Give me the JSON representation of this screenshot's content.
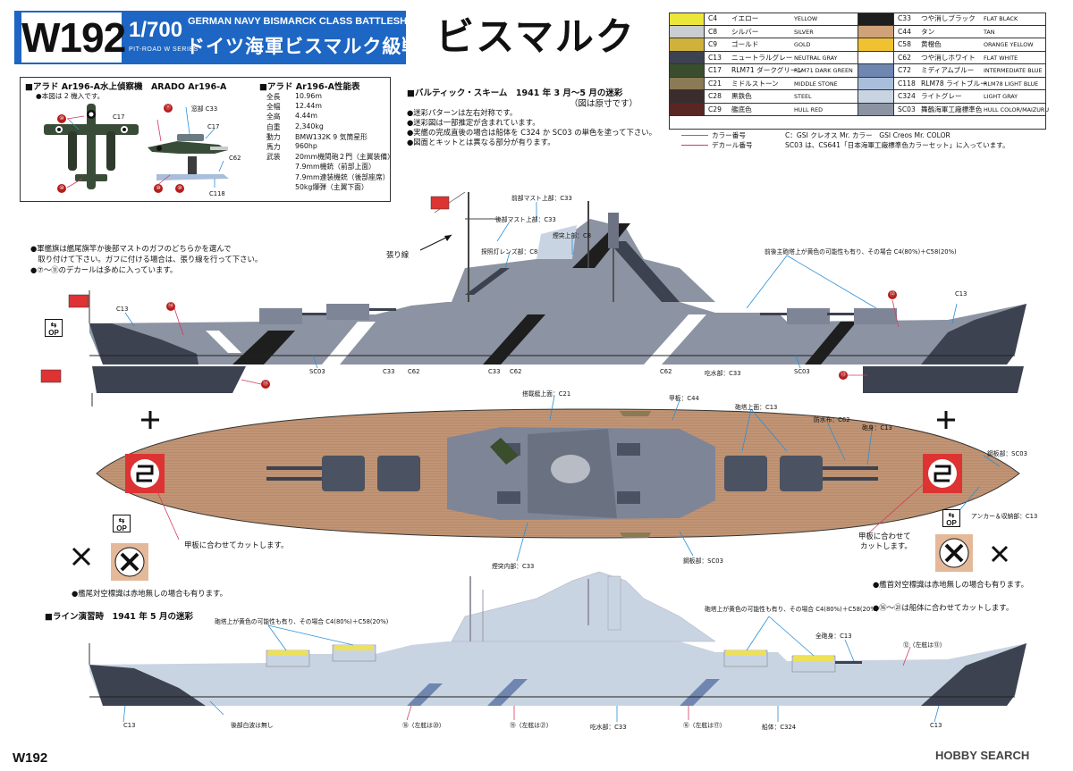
{
  "header": {
    "code": "W192",
    "scale": "1/700",
    "series": "PIT-ROAD W SERIES",
    "english_title": "GERMAN NAVY BISMARCK CLASS BATTLESHIP",
    "jp_title": "ドイツ海軍ビスマルク級戦艦",
    "jp_name": "ビスマルク"
  },
  "color_table": {
    "left": [
      {
        "code": "C4",
        "jp": "イエロー",
        "en": "YELLOW",
        "color": "#ede63a"
      },
      {
        "code": "C8",
        "jp": "シルバー",
        "en": "SILVER",
        "color": "#c9ccd0"
      },
      {
        "code": "C9",
        "jp": "ゴールド",
        "en": "GOLD",
        "color": "#cfb23c"
      },
      {
        "code": "C13",
        "jp": "ニュートラルグレー",
        "en": "NEUTRAL GRAY",
        "color": "#3c4250"
      },
      {
        "code": "C17",
        "jp": "RLM71 ダークグリーン",
        "en": "RLM71 DARK GREEN",
        "color": "#3a4d2d"
      },
      {
        "code": "C21",
        "jp": "ミドルストーン",
        "en": "MIDDLE STONE",
        "color": "#8a7a55"
      },
      {
        "code": "C28",
        "jp": "黒鉄色",
        "en": "STEEL",
        "color": "#3b2d2d"
      },
      {
        "code": "C29",
        "jp": "艦底色",
        "en": "HULL RED",
        "color": "#5a2624"
      }
    ],
    "right": [
      {
        "code": "C33",
        "jp": "つや消しブラック",
        "en": "FLAT BLACK",
        "color": "#1e1e1e"
      },
      {
        "code": "C44",
        "jp": "タン",
        "en": "TAN",
        "color": "#cfa27a"
      },
      {
        "code": "C58",
        "jp": "黄橙色",
        "en": "ORANGE YELLOW",
        "color": "#f0c232"
      },
      {
        "code": "C62",
        "jp": "つや消しホワイト",
        "en": "FLAT WHITE",
        "color": "#ffffff"
      },
      {
        "code": "C72",
        "jp": "ミディアムブルー",
        "en": "INTERMEDIATE BLUE",
        "color": "#6e86b0"
      },
      {
        "code": "C118",
        "jp": "RLM78 ライトブルー",
        "en": "RLM78 LIGHT BLUE",
        "color": "#a8bedb"
      },
      {
        "code": "C324",
        "jp": "ライトグレー",
        "en": "LIGHT GRAY",
        "color": "#c9d4e2"
      },
      {
        "code": "SC03",
        "jp": "舞鶴海軍工廠標準色",
        "en": "HULL COLOR/MAIZURU",
        "color": "#8c93a2"
      }
    ]
  },
  "legend": {
    "color_number": "カラー番号",
    "decal_number": "デカール番号",
    "gsi_note": "C：GSI クレオス Mr. カラー　GSI Creos Mr. COLOR",
    "sc03_note": "SC03 は、CS641「日本海軍工廠標準色カラーセット」に入っています。",
    "color_line": "#2b8fd6",
    "decal_line": "#d43b5e"
  },
  "arado": {
    "title": "■アラド Ar196-A水上偵察機　ARADO Ar196-A",
    "note": "●本図は 2 機入です。",
    "spec_title": "■アラド Ar196-A性能表",
    "specs": [
      {
        "k": "全長",
        "v": "10.96m"
      },
      {
        "k": "全幅",
        "v": "12.44m"
      },
      {
        "k": "全高",
        "v": "4.44m"
      },
      {
        "k": "自重",
        "v": "2,340kg"
      },
      {
        "k": "動力",
        "v": "BMW132K 9 気筒星形"
      },
      {
        "k": "馬力",
        "v": "960hp"
      },
      {
        "k": "武装",
        "v": "20mm機関砲２門（主翼装備）"
      }
    ],
    "spec_extra": [
      "7.9mm機銃（前部上面）",
      "7.9mm連装機銃（後部座席）",
      "50kg爆弾（主翼下面）"
    ],
    "labels": {
      "c17a": "C17",
      "c17b": "C17",
      "window": "窓部 C33",
      "c62": "C62",
      "c118": "C118"
    },
    "decals": {
      "d10a": "⑩",
      "d10b": "⑩",
      "d10c": "⑩",
      "d10d": "⑩",
      "d11": "⑪"
    }
  },
  "baltic": {
    "title": "■バルティック・スキーム　1941 年 3 月～5 月の迷彩",
    "subtitle": "（図は原寸です）",
    "notes": [
      "●迷彩パターンは左右対称です。",
      "●迷彩図は一部推定が含まれています。",
      "●実艦の完成直後の場合は船体を C324 か SC03 の単色を塗って下さい。",
      "●図面とキットとは異なる部分が有ります。"
    ]
  },
  "flag_note": [
    "●軍艦旗は艦尾旗竿か後部マストのガフのどちらかを選んで",
    "　取り付けて下さい。ガフに付ける場合は、張り線を行って下さい。",
    "●⑦～⑪のデカールは多めに入っています。"
  ],
  "side_labels": {
    "fore_mast": "前部マスト上部：C33",
    "rear_mast": "後部マスト上部：C33",
    "funnel": "煙突上部：C8",
    "searchlight": "探照灯レンズ部：C8",
    "rigging": "張り線",
    "turret_note": "前後主砲塔上が黄色の可能性も有り、その場合 C4(80%)＋C58(20%)",
    "c13_stern": "C13",
    "c13_bow": "C13",
    "sc03_a": "SC03",
    "sc03_b": "SC03",
    "c33_a": "C33",
    "c62_a": "C62",
    "c33_b": "C33",
    "c62_b": "C62",
    "c62_c": "C62",
    "waterline": "吃水部：C33",
    "d12": "⑫",
    "d13": "⑬",
    "d14": "⑭",
    "d15": "⑮"
  },
  "top_labels": {
    "aircraft_deck": "搭載艇上面：C21",
    "deck": "甲板：C44",
    "turret_top": "砲塔上面：C13",
    "splinter": "防水布：C62",
    "barrel": "砲身：C13",
    "bow_plate": "鋼板部：SC03",
    "anchor": "アンカー＆収納部：C13",
    "funnel_in": "煙突内部：C33",
    "steel_deck": "鋼板部：SC03",
    "cut_stern": "甲板に合わせてカットします。",
    "cut_bow_1": "甲板に合わせて",
    "cut_bow_2": "カットします。",
    "stern_air_note": "●艦尾対空標識は赤地無しの場合も有ります。",
    "bow_air_note": "●艦首対空標識は赤地無しの場合も有ります。",
    "hull_cut_note": "●⑯～㉑は船体に合わせてカットします。",
    "op": "OP"
  },
  "rhein": {
    "title": "■ライン演習時　1941 年 5 月の迷彩",
    "turret_note_a": "砲塔上が黄色の可能性も有り、その場合 C4(80%)＋C58(20%)",
    "turret_note_b": "砲塔上が黄色の可能性も有り、その場合 C4(80%)＋C58(20%)",
    "barrel": "全砲身：C13",
    "no_wave": "後部白波は無し",
    "c13_stern": "C13",
    "c13_bow": "C13",
    "d18": "⑱（左舷は⑳）",
    "d19": "⑲（左舷は㉑）",
    "d16": "⑯（左舷は⑰）",
    "waterline": "吃水部：C33",
    "hull": "船体：C324",
    "d12": "⑫（左舷は⑬）"
  },
  "footer": {
    "code": "W192",
    "brand": "HOBBY SEARCH"
  }
}
